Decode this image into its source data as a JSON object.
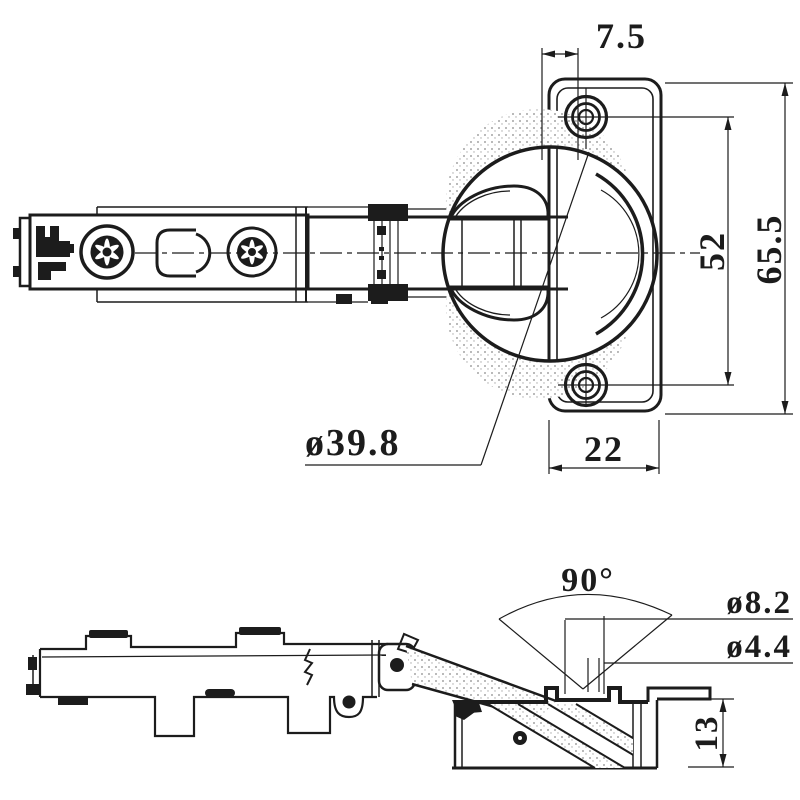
{
  "drawing": {
    "type": "technical-drawing",
    "subject": "concealed-cabinet-hinge",
    "background": "#ffffff",
    "line_color": "#1c1c1c",
    "views": {
      "top_view": {
        "name": "hinge top view with mounting plate",
        "dimensions": {
          "screw_hole_offset": "7.5",
          "screw_hole_spacing": "52",
          "plate_length": "65.5",
          "plate_width": "22",
          "cup_diameter": "ø39.8"
        }
      },
      "side_view": {
        "name": "hinge side view opened",
        "dimensions": {
          "opening_angle": "90°",
          "countersink_diameter": "ø8.2",
          "pilot_hole_diameter": "ø4.4",
          "cup_depth": "13"
        }
      }
    }
  }
}
